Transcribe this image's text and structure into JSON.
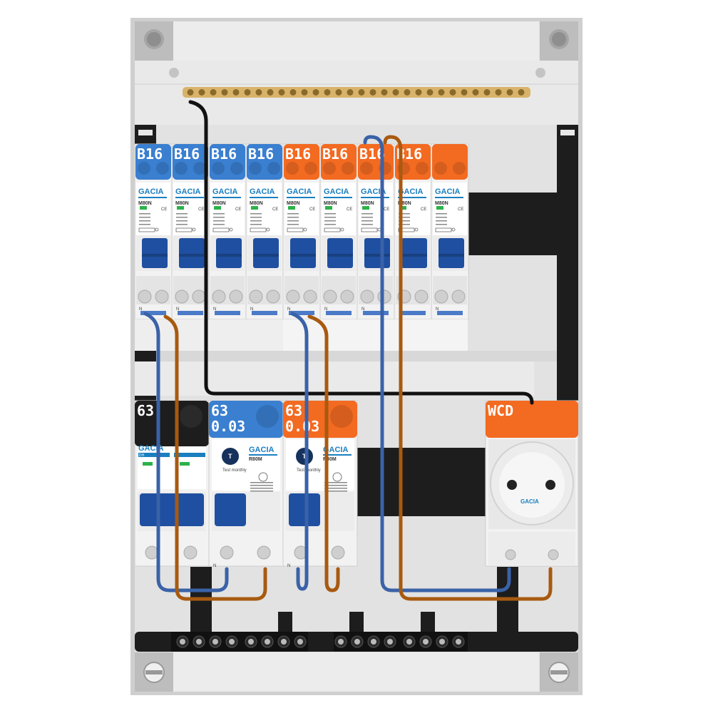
{
  "colors": {
    "blue": "#3a7fd0",
    "orange": "#f36a21",
    "black": "#1d1d1d",
    "handle": "#1f4fa0",
    "wire_blue": "#3a62a8",
    "wire_brown": "#a85a10",
    "busbar": "#d9b36a",
    "enclosure": "#dcdcdc"
  },
  "mcbs": [
    {
      "rating": "B16",
      "color": "blue",
      "brand": "GACIA",
      "model": "M80N"
    },
    {
      "rating": "B16",
      "color": "blue",
      "brand": "GACIA",
      "model": "M80N"
    },
    {
      "rating": "B16",
      "color": "blue",
      "brand": "GACIA",
      "model": "M80N"
    },
    {
      "rating": "B16",
      "color": "blue",
      "brand": "GACIA",
      "model": "M80N"
    },
    {
      "rating": "B16",
      "color": "orange",
      "brand": "GACIA",
      "model": "M80N"
    },
    {
      "rating": "B16",
      "color": "orange",
      "brand": "GACIA",
      "model": "M80N"
    },
    {
      "rating": "B16",
      "color": "orange",
      "brand": "GACIA",
      "model": "M80N"
    },
    {
      "rating": "B16",
      "color": "orange",
      "brand": "GACIA",
      "model": "M80N"
    },
    {
      "rating": "",
      "color": "orange",
      "brand": "GACIA",
      "model": "M80N"
    }
  ],
  "bottom_row": {
    "main_switch": {
      "rating": "63",
      "brand": "GACIA",
      "model": "DH"
    },
    "rcd1": {
      "rating": "63",
      "sensitivity": "0.03",
      "brand": "GACIA",
      "model": "R80M",
      "test_text": "Test monthly"
    },
    "rcd2": {
      "rating": "63",
      "sensitivity": "0.03",
      "brand": "GACIA",
      "model": "R80M",
      "test_text": "Test monthly"
    },
    "socket": {
      "label": "WCD",
      "brand": "GACIA"
    }
  },
  "terminal_letter": "N"
}
